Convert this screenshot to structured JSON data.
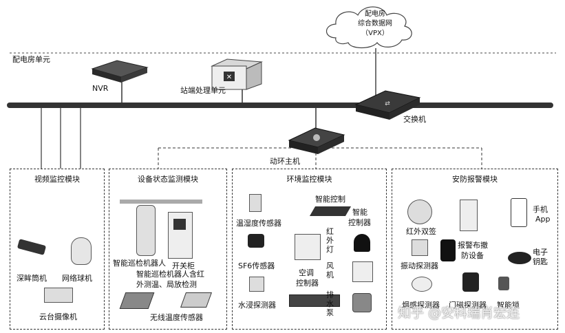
{
  "cloud": {
    "line1": "配电房",
    "line2": "综合数据网",
    "line3": "（VPX）"
  },
  "room_unit": "配电房单元",
  "devices": {
    "nvr": "NVR",
    "station": "站端处理单元",
    "switch": "交换机",
    "host": "动环主机"
  },
  "modules": {
    "video": {
      "title": "视频监控模块",
      "items": [
        "深眸筒机",
        "网络球机",
        "云台摄像机"
      ]
    },
    "equipment": {
      "title": "设备状态监测模块",
      "items": [
        "智能巡检机器人",
        "开关柜",
        "智能巡检机器人含红",
        "外测温、局放检测",
        "无线温度传感器"
      ]
    },
    "environment": {
      "title": "环境监控模块",
      "items": [
        "智能控制",
        "温湿度传感器",
        "智能",
        "控制器",
        "SF6传感器",
        "空调",
        "控制器",
        "水浸探测器"
      ],
      "side_labels": [
        "红外灯",
        "风机",
        "排水泵"
      ]
    },
    "security": {
      "title": "安防报警模块",
      "items": [
        "红外双签",
        "手机",
        "App",
        "报警布撤",
        "防设备",
        "振动探测器",
        "电子",
        "钥匙",
        "烟感探测器",
        "门磁探测器",
        "智能锁"
      ]
    }
  },
  "watermark": "知乎 @安科瑞肖宏连"
}
